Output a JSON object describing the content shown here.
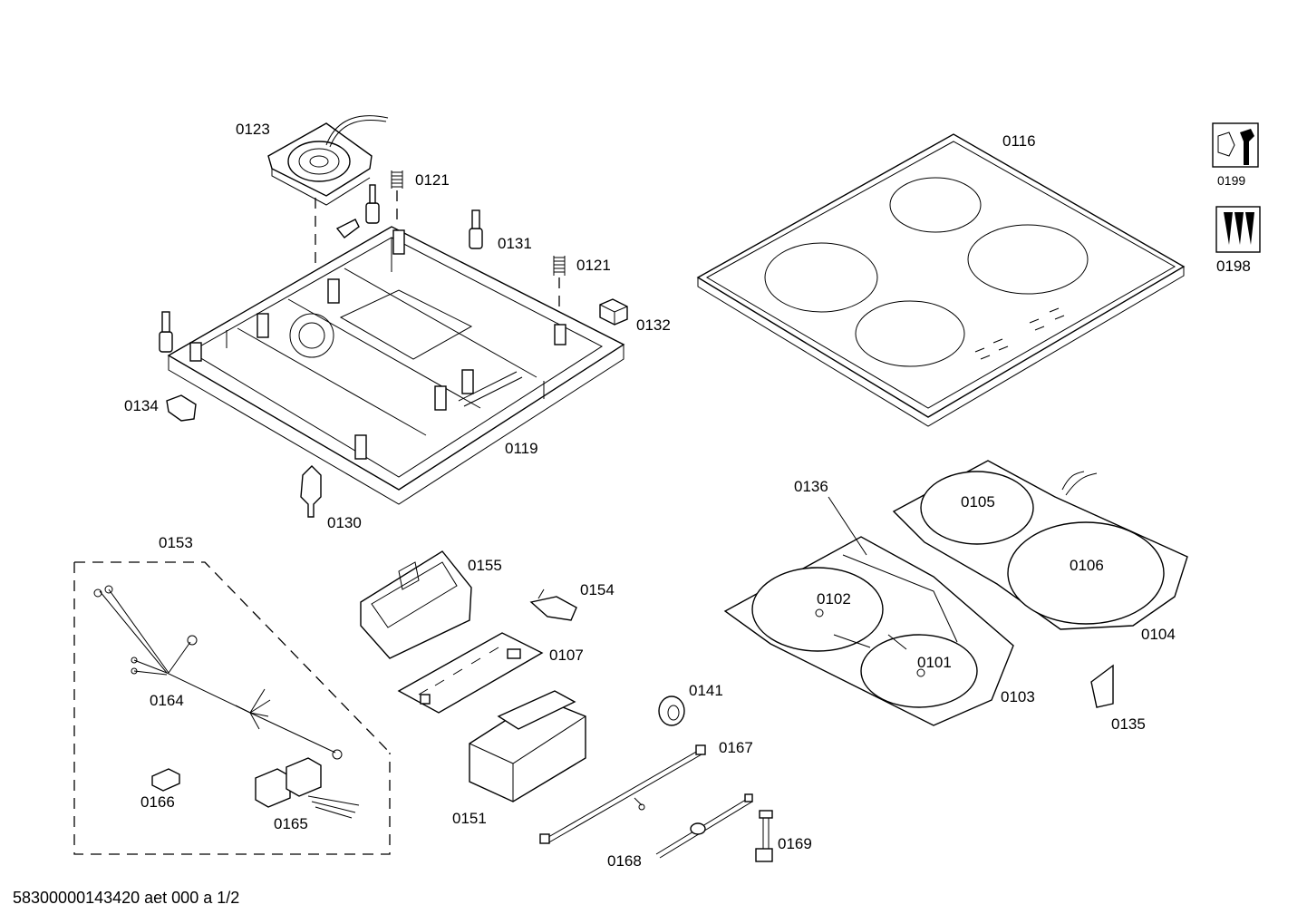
{
  "footer": "58300000143420 aet 000 a 1/2",
  "labels": {
    "p0123": "0123",
    "p0121a": "0121",
    "p0131": "0131",
    "p0121b": "0121",
    "p0132": "0132",
    "p0134": "0134",
    "p0119": "0119",
    "p0130": "0130",
    "p0116": "0116",
    "p0199": "0199",
    "p0198": "0198",
    "p0153": "0153",
    "p0155": "0155",
    "p0154": "0154",
    "p0107": "0107",
    "p0164": "0164",
    "p0166": "0166",
    "p0165": "0165",
    "p0151": "0151",
    "p0141": "0141",
    "p0167": "0167",
    "p0168": "0168",
    "p0169": "0169",
    "p0136": "0136",
    "p0105": "0105",
    "p0106": "0106",
    "p0102": "0102",
    "p0101": "0101",
    "p0104": "0104",
    "p0103": "0103",
    "p0135": "0135"
  }
}
